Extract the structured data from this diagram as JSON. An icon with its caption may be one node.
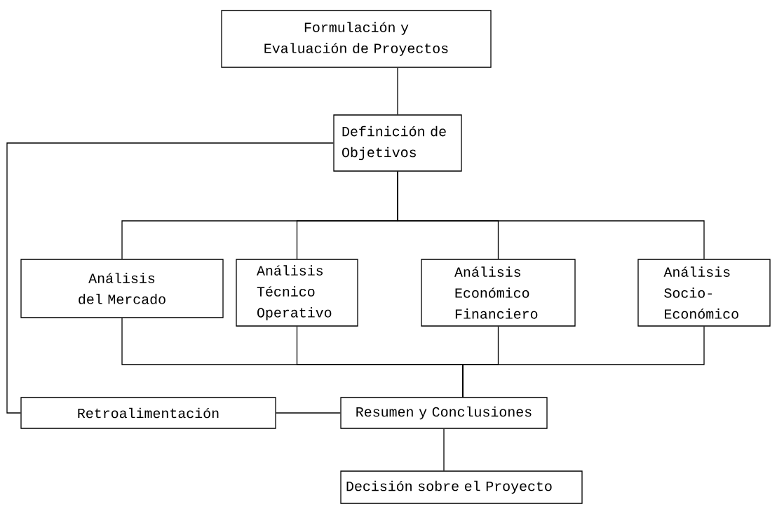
{
  "diagram": {
    "nodes": [
      {
        "text": [
          "Formulación y Evaluación de Proyectos"
        ]
      },
      {
        "text": [
          "Definición de Objetivos"
        ]
      },
      {
        "text": [
          "Análisis del Mercado"
        ]
      },
      {
        "text": [
          "Análisis Técnico Operativo"
        ]
      },
      {
        "text": [
          "Análisis Económico Financiero"
        ]
      },
      {
        "text": [
          "Análisis Socio-Económico"
        ]
      },
      {
        "text": [
          "Retroalimentación"
        ]
      },
      {
        "text": [
          "Resumen y Conclusiones"
        ]
      },
      {
        "text": [
          "Decisión sobre el Proyecto"
        ]
      }
    ],
    "edges": [
      {
        "from": 0,
        "to": 1,
        "arrow": "none"
      },
      {
        "from": 1,
        "to": 2,
        "arrow": "none"
      },
      {
        "from": 1,
        "to": 3,
        "arrow": "none"
      },
      {
        "from": 1,
        "to": 4,
        "arrow": "none"
      },
      {
        "from": 1,
        "to": 5,
        "arrow": "none"
      },
      {
        "from": 2,
        "to": 7,
        "arrow": "none"
      },
      {
        "from": 3,
        "to": 7,
        "arrow": "none"
      },
      {
        "from": 4,
        "to": 7,
        "arrow": "none"
      },
      {
        "from": 5,
        "to": 7,
        "arrow": "none"
      },
      {
        "from": 7,
        "to": 8,
        "arrow": "none"
      },
      {
        "from": 7,
        "to": 6,
        "arrow": "none"
      },
      {
        "from": 6,
        "to": 1,
        "arrow": "none"
      }
    ]
  }
}
